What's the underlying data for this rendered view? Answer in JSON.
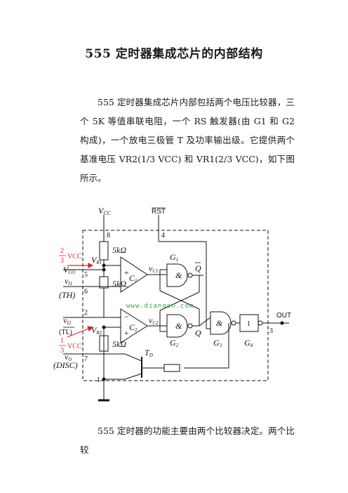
{
  "document": {
    "title": "555 定时器集成芯片的内部结构",
    "paragraph_1": "555 定时器集成芯片内部包括两个电压比较器，三个 5K 等值串联电阻，一个 RS 触发器(由 G1 和 G2 构成)，一个放电三极管 T 及功率输出级。它提供两个基准电压 VR2(1/3 VCC) 和 VR1(2/3 VCC)，如下图所示。",
    "paragraph_2": "555 定时器的功能主要由两个比较器决定。两个比较"
  },
  "figure": {
    "vcc_top": "V",
    "vcc_top_sub": "CC",
    "rst": "RST",
    "pin_8": "8",
    "pin_4": "4",
    "pin_5": "5",
    "pin_6": "6",
    "pin_2": "2",
    "pin_7": "7",
    "pin_1": "1",
    "pin_3": "3",
    "resistor": "5kΩ",
    "ref_high_num": "2",
    "ref_high_den": "3",
    "ref_low_num": "1",
    "ref_low_den": "3",
    "vcc_red": "VCC",
    "v_co": "V",
    "v_co_sub": "CO",
    "v_i1": "v",
    "v_i1_sub": "I1",
    "th": "(TH)",
    "v_i2": "v",
    "v_i2_sub": "I2",
    "tl": "(TL)",
    "v_o": "v",
    "v_o_sub": "O",
    "disc": "(DISC)",
    "v_r1": "V",
    "v_r1_sub": "R1",
    "v_r2": "V",
    "v_r2_sub": "R2",
    "c1": "C",
    "c1_sub": "1",
    "c2": "C",
    "c2_sub": "2",
    "v_c1": "v",
    "v_c1_sub": "C1",
    "v_c2": "v",
    "v_c2_sub": "C2",
    "g1": "G",
    "g1_sub": "1",
    "g2": "G",
    "g2_sub": "2",
    "g3": "G",
    "g3_sub": "3",
    "g4": "G",
    "g4_sub": "4",
    "q": "Q",
    "q_bar": "Q",
    "gate_g4_label": "1",
    "td": "T",
    "td_sub": "D",
    "out": "OUT",
    "watermark": "www.diangon.com"
  },
  "colors": {
    "text": "#1a1a1a",
    "annotation_red": "#d62a2a",
    "watermark_green": "#35a04a",
    "line": "#111111"
  }
}
